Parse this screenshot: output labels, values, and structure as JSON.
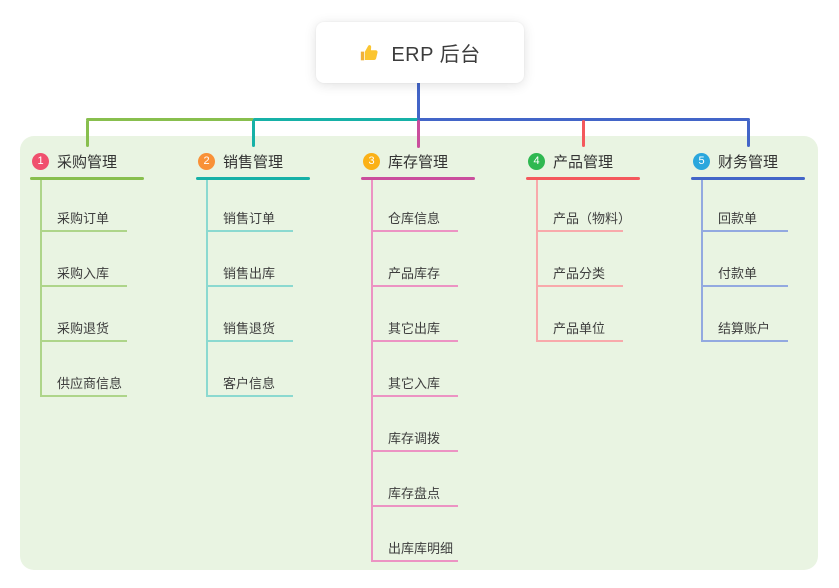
{
  "root": {
    "title": "ERP 后台",
    "icon": "thumbs-up-icon"
  },
  "colors": {
    "panel_bg": "#e9f4e2",
    "card_bg": "#ffffff",
    "root_line": "#4365c8",
    "title_text": "#333333",
    "child_text": "#3e3e3e",
    "thumb_main": "#fbc531",
    "thumb_cuff": "#f0b13a"
  },
  "branches": [
    {
      "num": "1",
      "title": "采购管理",
      "badge_color": "#f0506e",
      "line_color": "#88bf4e",
      "light_color": "#aed58a",
      "children": [
        "采购订单",
        "采购入库",
        "采购退货",
        "供应商信息"
      ]
    },
    {
      "num": "2",
      "title": "销售管理",
      "badge_color": "#f99137",
      "line_color": "#16b1a7",
      "light_color": "#8bd9d0",
      "children": [
        "销售订单",
        "销售出库",
        "销售退货",
        "客户信息"
      ]
    },
    {
      "num": "3",
      "title": "库存管理",
      "badge_color": "#fbb117",
      "line_color": "#ca4e9d",
      "light_color": "#ec93c3",
      "children": [
        "仓库信息",
        "产品库存",
        "其它出库",
        "其它入库",
        "库存调拨",
        "库存盘点",
        "出库库明细"
      ]
    },
    {
      "num": "4",
      "title": "产品管理",
      "badge_color": "#2fb851",
      "line_color": "#f4585c",
      "light_color": "#f8a9ab",
      "children": [
        "产品（物料）",
        "产品分类",
        "产品单位"
      ]
    },
    {
      "num": "5",
      "title": "财务管理",
      "badge_color": "#2aa7dd",
      "line_color": "#4365c8",
      "light_color": "#93a9e0",
      "children": [
        "回款单",
        "付款单",
        "结算账户"
      ]
    }
  ]
}
